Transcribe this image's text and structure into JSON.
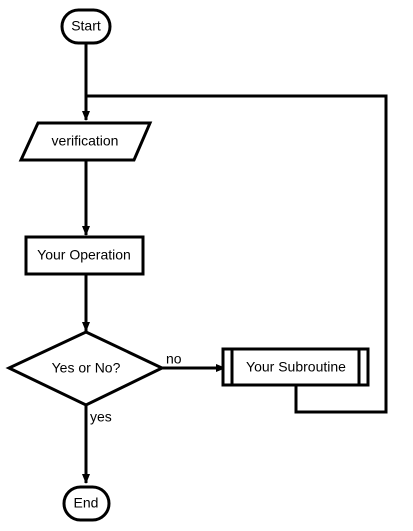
{
  "nodes": {
    "start": {
      "shape": "terminal",
      "label": "Start"
    },
    "verification": {
      "shape": "input-output",
      "label": "verification"
    },
    "operation": {
      "shape": "process",
      "label": "Your Operation"
    },
    "decision": {
      "shape": "decision",
      "label": "Yes or No?"
    },
    "subroutine": {
      "shape": "predefined-process",
      "label": "Your Subroutine"
    },
    "end": {
      "shape": "terminal",
      "label": "End"
    }
  },
  "edges": {
    "no_label": "no",
    "yes_label": "yes"
  },
  "colors": {
    "stroke": "#000000",
    "fill": "#ffffff"
  }
}
